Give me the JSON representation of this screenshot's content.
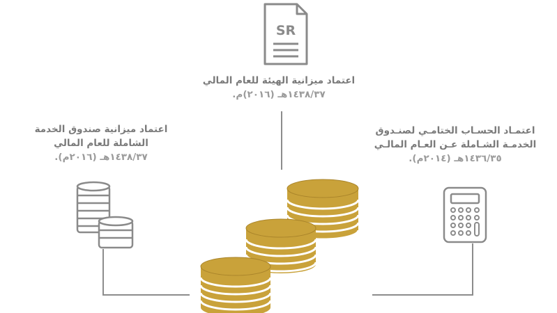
{
  "colors": {
    "gold": "#c9a23a",
    "gold_dark": "#a9842a",
    "line": "#8c8c8c",
    "icon": "#8a8a8a",
    "text": "#7a7a7a"
  },
  "icons": {
    "document": "sr-document-icon",
    "document_label": "SR",
    "coins_small": "coin-stacks-icon",
    "calculator": "calculator-icon",
    "coins_main": "gold-coin-stacks"
  },
  "captions": {
    "top": {
      "line1": "اعتماد ميزانية الهيئة للعام المالي",
      "line2": "١٤٣٨/٣٧هـ (٢٠١٦)م."
    },
    "left": {
      "line1": "اعتماد ميزانية صندوق الخدمة",
      "line2": "الشاملة للعام المالي",
      "line3": "١٤٣٨/٣٧هـ (٢٠١٦م)."
    },
    "right": {
      "line1": "اعتمـاد الحسـاب الختامـي لصنـدوق",
      "line2": "الخدمـة الشـاملة عـن العـام المالـي",
      "line3": "١٤٣٦/٣٥هـ (٢٠١٤م)."
    }
  }
}
